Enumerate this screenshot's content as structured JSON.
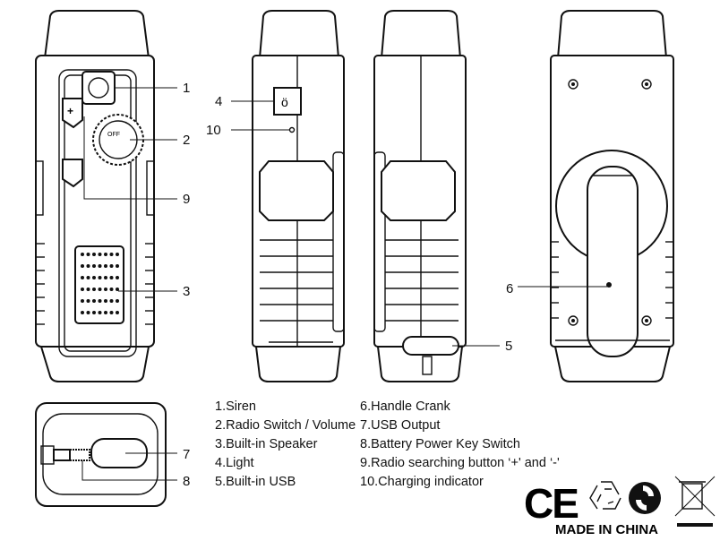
{
  "callouts": {
    "c1": "1",
    "c2": "2",
    "c3": "3",
    "c4": "4",
    "c5": "5",
    "c6": "6",
    "c7": "7",
    "c8": "8",
    "c9": "9",
    "c10": "10"
  },
  "legend": {
    "left": [
      "1.Siren",
      "2.Radio Switch / Volume",
      "3.Built-in Speaker",
      "4.Light",
      "5.Built-in USB"
    ],
    "right": [
      "6.Handle Crank",
      "7.USB Output",
      "8.Battery Power Key Switch",
      "9.Radio searching button ‘+' and  ‘-'",
      "10.Charging  indicator"
    ]
  },
  "knob_label": "OFF",
  "marks": {
    "ce": "CE",
    "made_in": "MADE IN CHINA"
  }
}
